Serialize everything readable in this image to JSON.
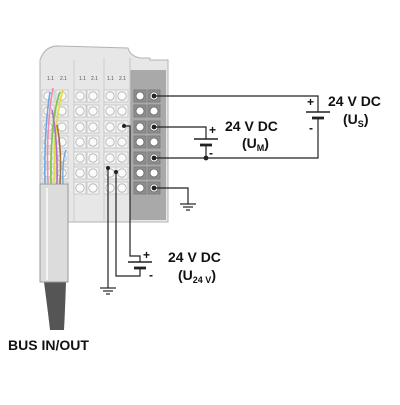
{
  "labels": {
    "bus": "BUS IN/OUT",
    "us_voltage": "24 V DC",
    "us_name": "U",
    "us_sub": "S",
    "um_voltage": "24 V DC",
    "um_name": "U",
    "um_sub": "M",
    "u24_voltage": "24 V DC",
    "u24_name": "U",
    "u24_sub": "24 V"
  },
  "symbols": {
    "plus": "+",
    "minus": "-"
  },
  "terminal_labels": [
    "1.1",
    "2.1",
    "1.1",
    "2.1",
    "1.1",
    "2.1"
  ],
  "colors": {
    "module_fill": "#e7e7e7",
    "module_edge": "#b3b3b3",
    "dark_section": "#a9a9a9",
    "wire": "#222222",
    "cable": "#555555",
    "core_green": "#7ec850",
    "core_yellow": "#e8d84a",
    "core_purple": "#b070c8",
    "core_pink": "#f08cb0",
    "core_blue": "#6ea8e0",
    "core_brown": "#a07040"
  }
}
